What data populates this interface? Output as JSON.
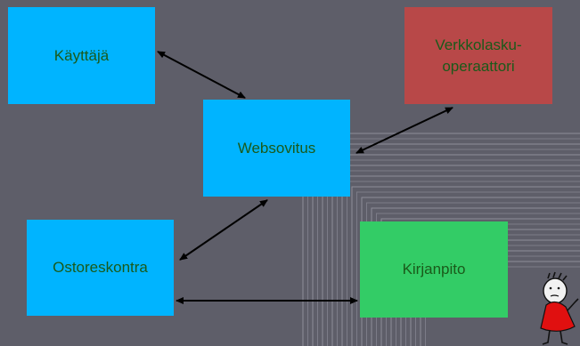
{
  "colors": {
    "background": "#5e5e69",
    "box_blue": "#00b4ff",
    "box_red": "#b84848",
    "box_green": "#33cc66",
    "label_text": "#1a5a1a",
    "arrow": "#000000"
  },
  "diagram": {
    "nodes": {
      "user": {
        "label": "Käyttäjä"
      },
      "web": {
        "label": "Websovitus"
      },
      "operator": {
        "label": "Verkkolasku-\noperaattori"
      },
      "ledger": {
        "label": "Ostoreskontra"
      },
      "accounting": {
        "label": "Kirjanpito"
      }
    },
    "edges": [
      {
        "from": "user",
        "to": "web",
        "direction": "both"
      },
      {
        "from": "web",
        "to": "operator",
        "direction": "both"
      },
      {
        "from": "web",
        "to": "ledger",
        "direction": "both"
      },
      {
        "from": "ledger",
        "to": "accounting",
        "direction": "both"
      }
    ]
  },
  "decoration": {
    "mascot": "cartoon-character"
  }
}
